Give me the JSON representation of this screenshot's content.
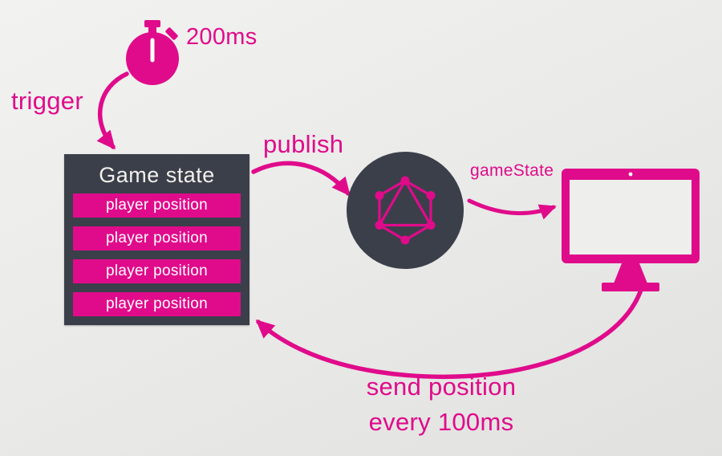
{
  "colors": {
    "accent": "#e00b8b",
    "dark": "#3b3f4a",
    "background": "#ebebe9",
    "bar_text": "#ffffff"
  },
  "diagram": {
    "timer": {
      "duration_label": "200ms"
    },
    "trigger_label": "trigger",
    "publish_label": "publish",
    "event_label": "gameState",
    "feedback_label_line1": "send position",
    "feedback_label_line2": "every 100ms",
    "game_state": {
      "title": "Game state",
      "rows": [
        "player position",
        "player position",
        "player position",
        "player position"
      ]
    }
  },
  "icons": {
    "timer": "stopwatch-icon",
    "broker": "graphql-logo-icon",
    "client": "monitor-icon"
  }
}
